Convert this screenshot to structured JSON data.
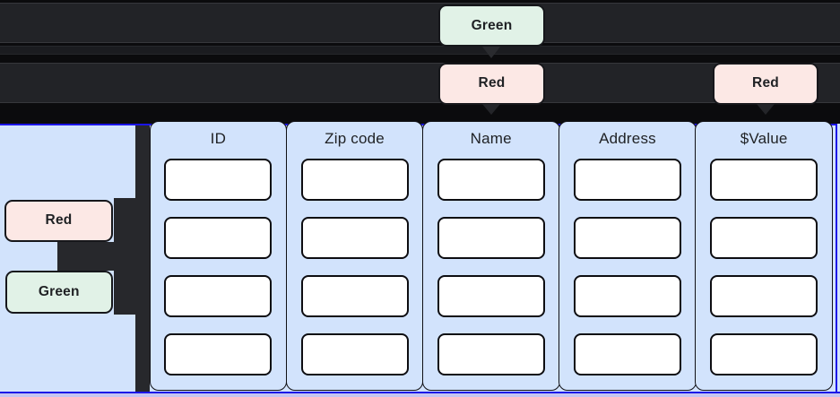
{
  "chips": {
    "top_green": "Green",
    "row_red_name": "Red",
    "row_red_value": "Red",
    "side_red": "Red",
    "side_green": "Green"
  },
  "table": {
    "columns": [
      {
        "header": "ID",
        "slots": 4
      },
      {
        "header": "Zip code",
        "slots": 4
      },
      {
        "header": "Name",
        "slots": 4
      },
      {
        "header": "Address",
        "slots": 4
      },
      {
        "header": "$Value",
        "slots": 4
      }
    ]
  },
  "colors": {
    "canvas_black": "#0b0b0d",
    "row_bar_dark": "#222327",
    "panel_blue": "#d2e3fc",
    "accent_border_blue": "#1b15e8",
    "bottom_strip_lavender": "#c5c5f1",
    "chip_green_fill": "#e1f2e7",
    "chip_red_fill": "#fce8e5",
    "slot_white": "#ffffff",
    "text_dark": "#1f2124",
    "connector_dark": "#27282c"
  }
}
